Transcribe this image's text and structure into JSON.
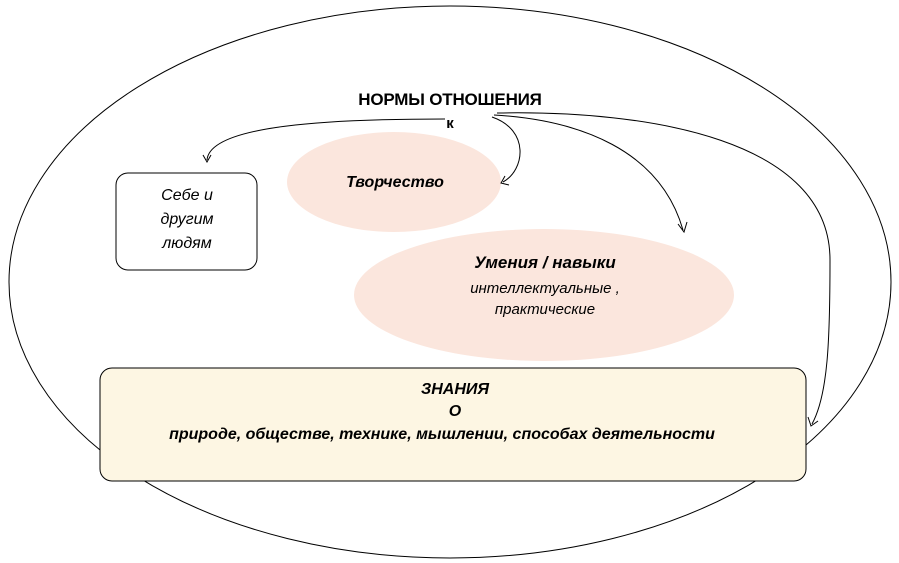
{
  "header": {
    "title_line1": "НОРМЫ ОТНОШЕНИЯ",
    "title_line2": "к"
  },
  "nodes": {
    "self": {
      "line1": "Себе и",
      "line2": "другим",
      "line3": "людям"
    },
    "creativity": {
      "label": "Творчество"
    },
    "skills": {
      "title": "Умения / навыки",
      "line1": "интеллектуальные ,",
      "line2": "практические"
    },
    "knowledge": {
      "title": "ЗНАНИЯ",
      "line2": "О",
      "line3": "природе,  обществе,  технике,  мышлении, способах деятельности"
    }
  },
  "colors": {
    "pink_fill": "#fbe6dd",
    "cream_fill": "#fdf6e3",
    "stroke": "#000000"
  }
}
